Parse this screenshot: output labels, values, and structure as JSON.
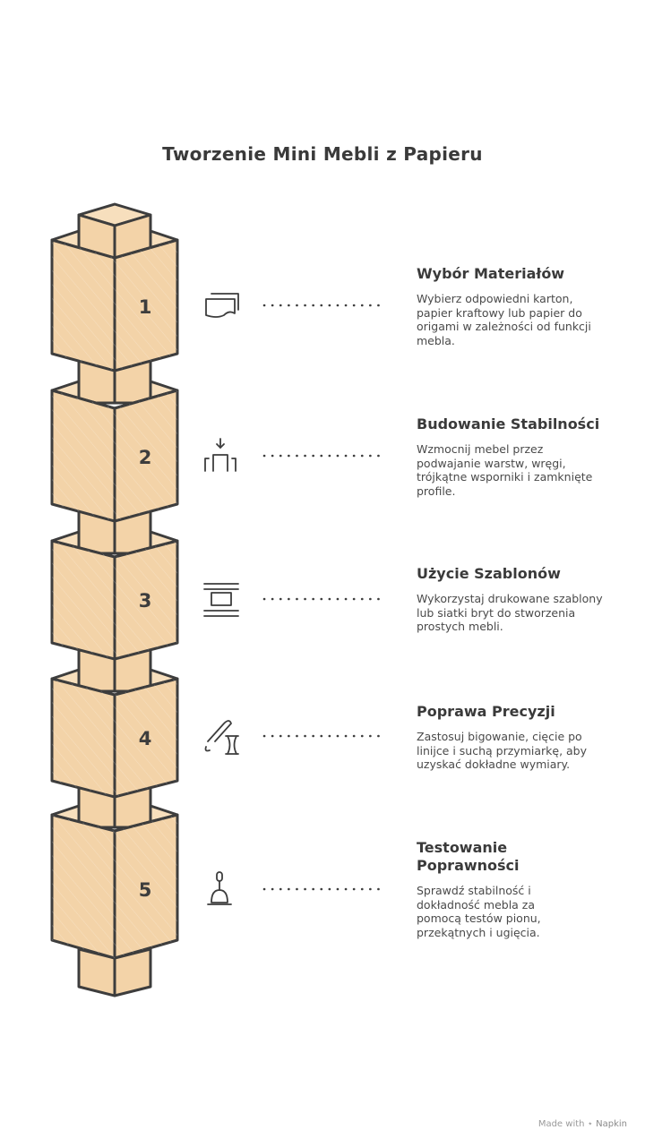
{
  "title": "Tworzenie Mini Mebli z Papieru",
  "steps": [
    {
      "number": "1",
      "icon": "paper-sheets-icon",
      "title": "Wybór Materiałów",
      "desc": "Wybierz odpowiedni karton, papier kraftowy lub papier do origami w zależności od funkcji mebla."
    },
    {
      "number": "2",
      "icon": "reinforcement-icon",
      "title": "Budowanie Stabilności",
      "desc": "Wzmocnij mebel przez podwajanie warstw, wręgi, trójkątne wsporniki i zamknięte profile."
    },
    {
      "number": "3",
      "icon": "template-icon",
      "title": "Użycie Szablonów",
      "desc": "Wykorzystaj drukowane szablony lub siatki bryt do stworzenia prostych mebli."
    },
    {
      "number": "4",
      "icon": "knife-hourglass-icon",
      "title": "Poprawa Precyzji",
      "desc": "Zastosuj bigowanie, cięcie po linijce i suchą przymiarkę, aby uzyskać dokładne wymiary."
    },
    {
      "number": "5",
      "icon": "plumb-bob-icon",
      "title": "Testowanie Poprawności",
      "desc": "Sprawdź stabilność i dokładność mebla za pomocą testów pionu, przekątnych i ugięcia."
    }
  ],
  "footer": {
    "made_with": "Made with",
    "brand": "Napkin"
  },
  "colors": {
    "box_fill": "#f3d3a8",
    "stroke": "#3d3d3d"
  }
}
